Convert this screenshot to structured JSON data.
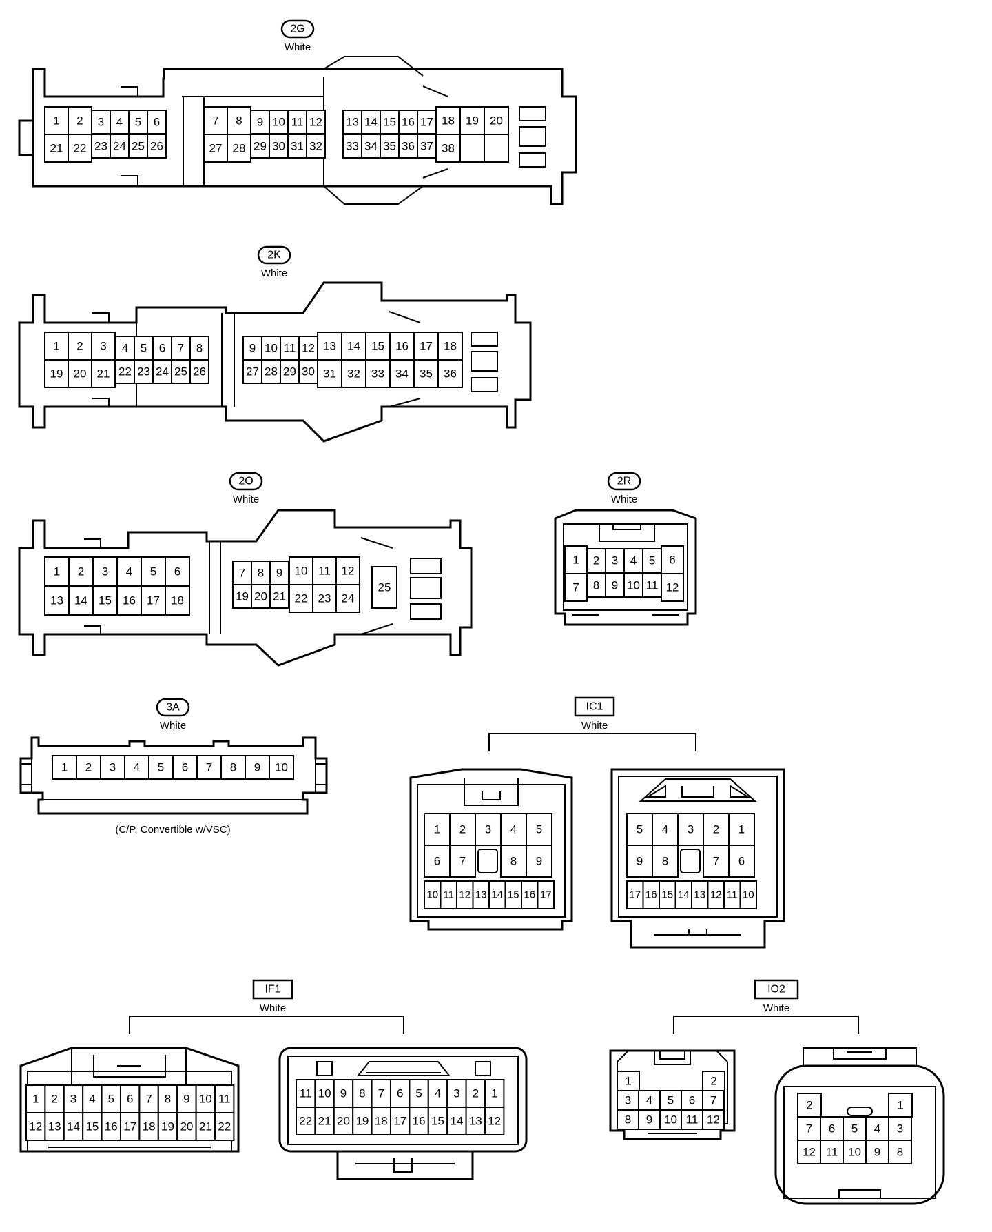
{
  "connectors": [
    {
      "id": "2G",
      "tag": "2G",
      "tag_style": "pill",
      "color": "White",
      "cavities": [
        "1",
        "2",
        "3",
        "4",
        "5",
        "6",
        "7",
        "8",
        "9",
        "10",
        "11",
        "12",
        "13",
        "14",
        "15",
        "16",
        "17",
        "18",
        "19",
        "20",
        "21",
        "22",
        "23",
        "24",
        "25",
        "26",
        "27",
        "28",
        "29",
        "30",
        "31",
        "32",
        "33",
        "34",
        "35",
        "36",
        "37",
        "38"
      ]
    },
    {
      "id": "2K",
      "tag": "2K",
      "tag_style": "pill",
      "color": "White",
      "cavities": [
        "1",
        "2",
        "3",
        "4",
        "5",
        "6",
        "7",
        "8",
        "9",
        "10",
        "11",
        "12",
        "13",
        "14",
        "15",
        "16",
        "17",
        "18",
        "19",
        "20",
        "21",
        "22",
        "23",
        "24",
        "25",
        "26",
        "27",
        "28",
        "29",
        "30",
        "31",
        "32",
        "33",
        "34",
        "35",
        "36"
      ]
    },
    {
      "id": "2O",
      "tag": "2O",
      "tag_style": "pill",
      "color": "White",
      "cavities": [
        "1",
        "2",
        "3",
        "4",
        "5",
        "6",
        "7",
        "8",
        "9",
        "10",
        "11",
        "12",
        "13",
        "14",
        "15",
        "16",
        "17",
        "18",
        "19",
        "20",
        "21",
        "22",
        "23",
        "24",
        "25"
      ]
    },
    {
      "id": "2R",
      "tag": "2R",
      "tag_style": "pill",
      "color": "White",
      "cavities": [
        "1",
        "2",
        "3",
        "4",
        "5",
        "6",
        "7",
        "8",
        "9",
        "10",
        "11",
        "12"
      ]
    },
    {
      "id": "3A",
      "tag": "3A",
      "tag_style": "pill",
      "color": "White",
      "note": "(C/P, Convertible w/VSC)",
      "cavities": [
        "1",
        "2",
        "3",
        "4",
        "5",
        "6",
        "7",
        "8",
        "9",
        "10"
      ]
    },
    {
      "id": "IC1",
      "tag": "IC1",
      "tag_style": "box",
      "color": "White",
      "cavities": [
        "1",
        "2",
        "3",
        "4",
        "5",
        "6",
        "7",
        "8",
        "9",
        "10",
        "11",
        "12",
        "13",
        "14",
        "15",
        "16",
        "17"
      ]
    },
    {
      "id": "IF1",
      "tag": "IF1",
      "tag_style": "box",
      "color": "White",
      "cavities": [
        "1",
        "2",
        "3",
        "4",
        "5",
        "6",
        "7",
        "8",
        "9",
        "10",
        "11",
        "12",
        "13",
        "14",
        "15",
        "16",
        "17",
        "18",
        "19",
        "20",
        "21",
        "22"
      ]
    },
    {
      "id": "IO2",
      "tag": "IO2",
      "tag_style": "box",
      "color": "White",
      "cavities": [
        "1",
        "2",
        "3",
        "4",
        "5",
        "6",
        "7",
        "8",
        "9",
        "10",
        "11",
        "12"
      ]
    }
  ]
}
